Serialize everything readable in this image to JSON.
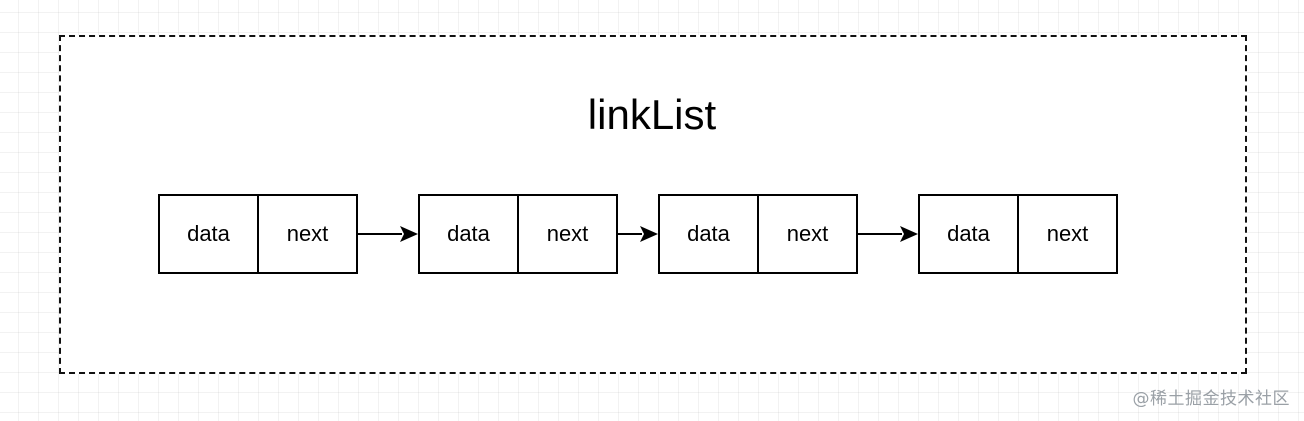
{
  "diagram": {
    "title": "linkList",
    "nodes": [
      {
        "data_label": "data",
        "next_label": "next"
      },
      {
        "data_label": "data",
        "next_label": "next"
      },
      {
        "data_label": "data",
        "next_label": "next"
      },
      {
        "data_label": "data",
        "next_label": "next"
      }
    ]
  },
  "watermark": "@稀土掘金技术社区"
}
